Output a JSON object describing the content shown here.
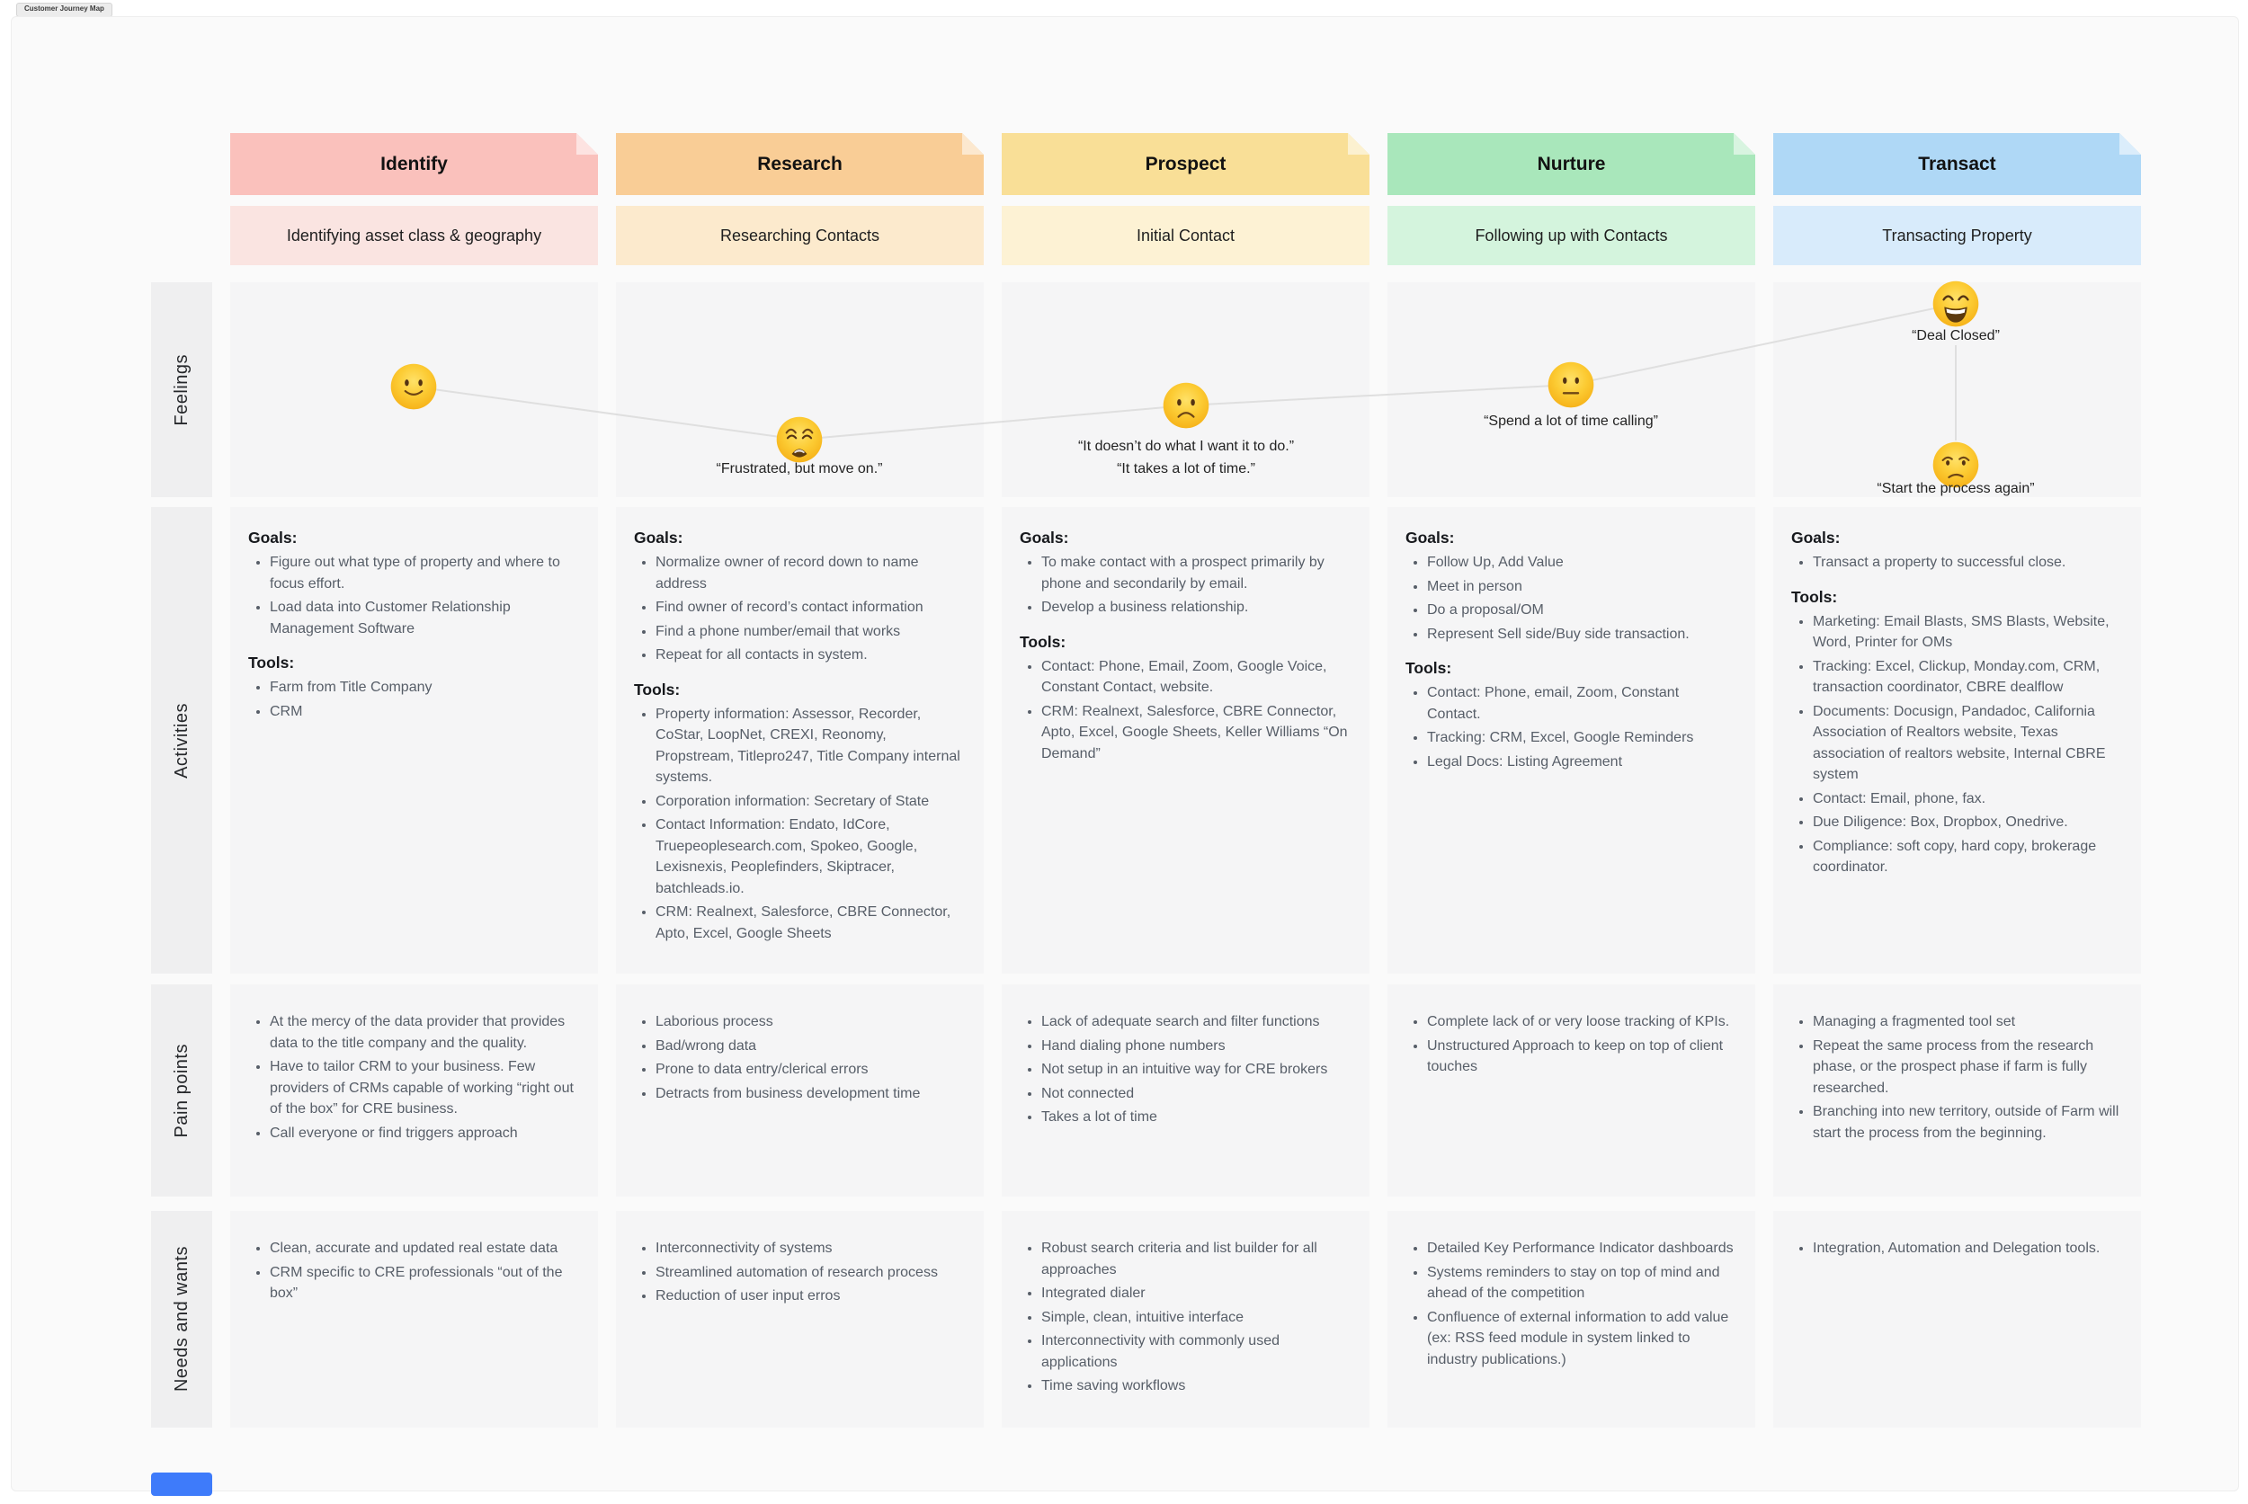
{
  "app": {
    "tab_title": "Customer Journey Map"
  },
  "row_labels": {
    "feelings": "Feelings",
    "activities": "Activities",
    "pain": "Pain points",
    "needs": "Needs and wants"
  },
  "section_labels": {
    "goals": "Goals:",
    "tools": "Tools:"
  },
  "line_color": "#DFDFDF",
  "stages": [
    {
      "name": "Identify",
      "subtitle": "Identifying asset class & geography",
      "colors": {
        "header": "#FAC1BC",
        "subtitle": "#FAE4E1"
      },
      "feeling": {
        "emoji": "slightly-smiling-face"
      },
      "goals": [
        "Figure out what type of property and where to focus effort.",
        "Load data into Customer Relationship Management Software"
      ],
      "tools": [
        "Farm from Title Company",
        "CRM"
      ],
      "pain_points": [
        "At the mercy of the data provider that provides data to the title company and the quality.",
        "Have to tailor CRM to your business.  Few providers of CRMs capable of working “right out of the box” for CRE business.",
        "Call everyone or find triggers approach"
      ],
      "needs_wants": [
        "Clean, accurate and updated real estate data",
        "CRM specific to CRE professionals “out of the box”"
      ]
    },
    {
      "name": "Research",
      "subtitle": "Researching Contacts",
      "colors": {
        "header": "#F9CD96",
        "subtitle": "#FCEACD"
      },
      "feeling": {
        "emoji": "weary-face",
        "quote": "“Frustrated, but move on.”"
      },
      "goals": [
        "Normalize owner of record down to name address",
        "Find owner of record’s contact information",
        "Find a phone number/email that works",
        "Repeat for all contacts in system."
      ],
      "tools": [
        "Property information: Assessor, Recorder, CoStar, LoopNet, CREXI, Reonomy, Propstream, Titlepro247, Title Company internal systems.",
        "Corporation information: Secretary of State",
        "Contact Information: Endato, IdCore, Truepeoplesearch.com, Spokeo, Google, Lexisnexis, Peoplefinders, Skiptracer, batchleads.io.",
        "CRM: Realnext, Salesforce, CBRE Connector, Apto, Excel, Google Sheets"
      ],
      "pain_points": [
        "Laborious process",
        "Bad/wrong data",
        "Prone to data entry/clerical errors",
        "Detracts from business development time"
      ],
      "needs_wants": [
        "Interconnectivity of systems",
        "Streamlined automation of research process",
        "Reduction of user input erros"
      ]
    },
    {
      "name": "Prospect",
      "subtitle": "Initial Contact",
      "colors": {
        "header": "#F9DF97",
        "subtitle": "#FDF2D4"
      },
      "feeling": {
        "emoji": "frowning-face",
        "quote": "“It doesn’t do what I want it to do.”",
        "quote2": "“It takes a lot of time.”"
      },
      "goals": [
        "To make contact with a prospect primarily by phone and secondarily by email.",
        "Develop a business relationship."
      ],
      "tools": [
        "Contact: Phone, Email, Zoom, Google Voice, Constant Contact, website.",
        "CRM: Realnext, Salesforce, CBRE Connector, Apto, Excel, Google Sheets, Keller Williams “On Demand”"
      ],
      "pain_points": [
        "Lack of adequate search and filter functions",
        "Hand dialing phone numbers",
        "Not setup in an intuitive way for CRE brokers",
        "Not connected",
        "Takes a lot of time"
      ],
      "needs_wants": [
        "Robust search criteria and list builder for all approaches",
        "Integrated dialer",
        "Simple, clean, intuitive interface",
        "Interconnectivity with commonly used applications",
        "Time saving workflows"
      ]
    },
    {
      "name": "Nurture",
      "subtitle": "Following up with Contacts",
      "colors": {
        "header": "#A9E7BB",
        "subtitle": "#D4F4DD"
      },
      "feeling": {
        "emoji": "neutral-face",
        "quote": "“Spend a lot of time calling”"
      },
      "goals": [
        "Follow Up, Add Value",
        "Meet in person",
        "Do a proposal/OM",
        "Represent Sell side/Buy side transaction."
      ],
      "tools": [
        "Contact: Phone, email, Zoom, Constant Contact.",
        "Tracking: CRM, Excel, Google Reminders",
        "Legal Docs: Listing Agreement"
      ],
      "pain_points": [
        "Complete lack of or very loose tracking of KPIs.",
        "Unstructured Approach to keep on top of client touches"
      ],
      "needs_wants": [
        "Detailed Key Performance Indicator dashboards",
        "Systems reminders to stay on top of mind and ahead of the competition",
        "Confluence of external information to add value (ex: RSS feed module in system linked to industry publications.)"
      ]
    },
    {
      "name": "Transact",
      "subtitle": "Transacting Property",
      "colors": {
        "header": "#AFD8F6",
        "subtitle": "#D8EBFB"
      },
      "feeling": {
        "emoji": "beaming-face",
        "quote": "“Deal Closed”",
        "emoji2": "unamused-face",
        "quote2": "“Start the process again”"
      },
      "goals": [
        "Transact a property to successful close."
      ],
      "tools": [
        "Marketing: Email Blasts, SMS Blasts, Website, Word, Printer for OMs",
        "Tracking: Excel, Clickup, Monday.com, CRM, transaction coordinator, CBRE dealflow",
        "Documents: Docusign, Pandadoc, California Association of Realtors website, Texas association of realtors website, Internal CBRE system",
        "Contact: Email, phone, fax.",
        "Due Diligence: Box, Dropbox, Onedrive.",
        "Compliance: soft copy, hard copy, brokerage coordinator."
      ],
      "pain_points": [
        "Managing a fragmented tool set",
        "Repeat the same process from the research phase, or the prospect phase if farm is fully researched.",
        "Branching into new territory, outside of Farm will start the process from the beginning."
      ],
      "needs_wants": [
        "Integration, Automation and Delegation tools."
      ]
    }
  ]
}
